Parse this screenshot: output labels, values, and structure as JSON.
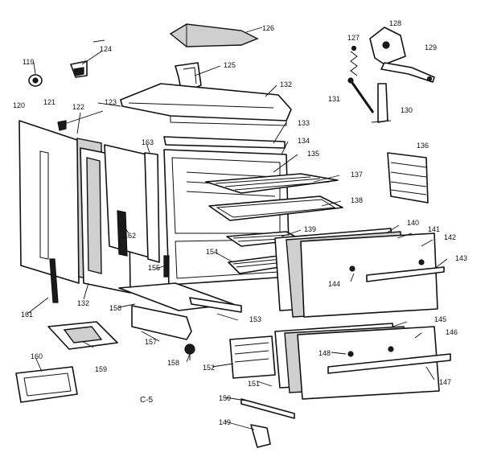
{
  "diagram": {
    "caption": "C-5",
    "labels": {
      "p119": "119",
      "p120": "120",
      "p121": "121",
      "p122": "122",
      "p123": "123",
      "p124": "124",
      "p125": "125",
      "p126": "126",
      "p127": "127",
      "p128": "128",
      "p129": "129",
      "p130": "130",
      "p131": "131",
      "p132a": "132",
      "p132b": "132",
      "p133": "133",
      "p134": "134",
      "p135": "135",
      "p136": "136",
      "p137": "137",
      "p138": "138",
      "p139": "139",
      "p140": "140",
      "p141": "141",
      "p142": "142",
      "p143": "143",
      "p144": "144",
      "p145": "145",
      "p146": "146",
      "p147": "147",
      "p148": "148",
      "p149": "149",
      "p150": "150",
      "p151": "151",
      "p152": "152",
      "p153": "153",
      "p154": "154",
      "p155": "155",
      "p156": "156",
      "p157": "157",
      "p158": "158",
      "p159": "159",
      "p160": "160",
      "p161": "161",
      "p162": "162",
      "p163": "163"
    }
  }
}
